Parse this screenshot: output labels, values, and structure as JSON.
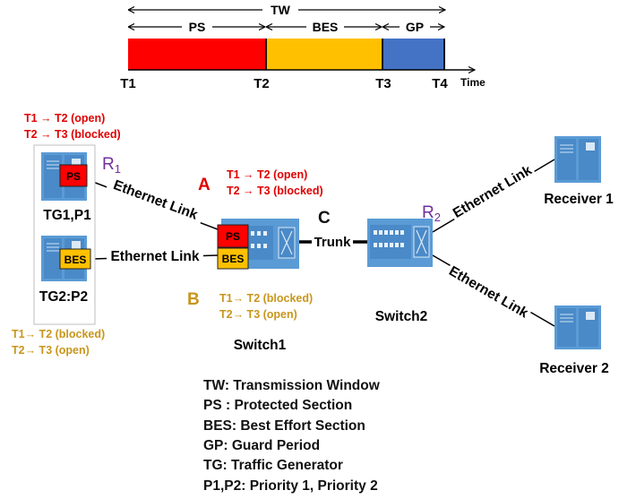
{
  "timeline": {
    "tw_label": "TW",
    "ps_label": "PS",
    "bes_label": "BES",
    "gp_label": "GP",
    "t1": "T1",
    "t2": "T2",
    "t3": "T3",
    "t4": "T4",
    "time_label": "Time"
  },
  "colors": {
    "ps": "#ff0000",
    "bes": "#ffc000",
    "gp": "#4472c4",
    "red_text": "#e00000",
    "gold_text": "#c8961c",
    "purple": "#7030a0",
    "device": "#5b9bd5"
  },
  "tg1": {
    "label": "TG1,P1",
    "queue": "PS",
    "schedule_open": "T1 → T2 (open)",
    "schedule_blocked": "T2 → T3 (blocked)"
  },
  "tg2": {
    "label": "TG2:P2",
    "queue": "BES",
    "schedule_blocked": "T1→ T2 (blocked)",
    "schedule_open": "T2→ T3 (open)"
  },
  "r1": {
    "letter": "R",
    "sub": "1"
  },
  "r2": {
    "letter": "R",
    "sub": "2"
  },
  "point_a": "A",
  "point_b": "B",
  "point_c": "C",
  "switch1": {
    "label": "Switch1",
    "queue_ps": "PS",
    "queue_bes": "BES",
    "a_open": "T1 → T2 (open)",
    "a_blocked": "T2 → T3 (blocked)",
    "b_blocked": "T1→ T2 (blocked)",
    "b_open": "T2→ T3 (open)"
  },
  "switch2": {
    "label": "Switch2"
  },
  "links": {
    "ethernet": "Ethernet Link",
    "trunk": "Trunk"
  },
  "receiver1": "Receiver 1",
  "receiver2": "Receiver 2",
  "legend": [
    "TW: Transmission Window",
    "PS : Protected Section",
    "BES: Best Effort Section",
    "GP: Guard Period",
    "TG: Traffic Generator",
    "P1,P2: Priority 1, Priority 2"
  ]
}
